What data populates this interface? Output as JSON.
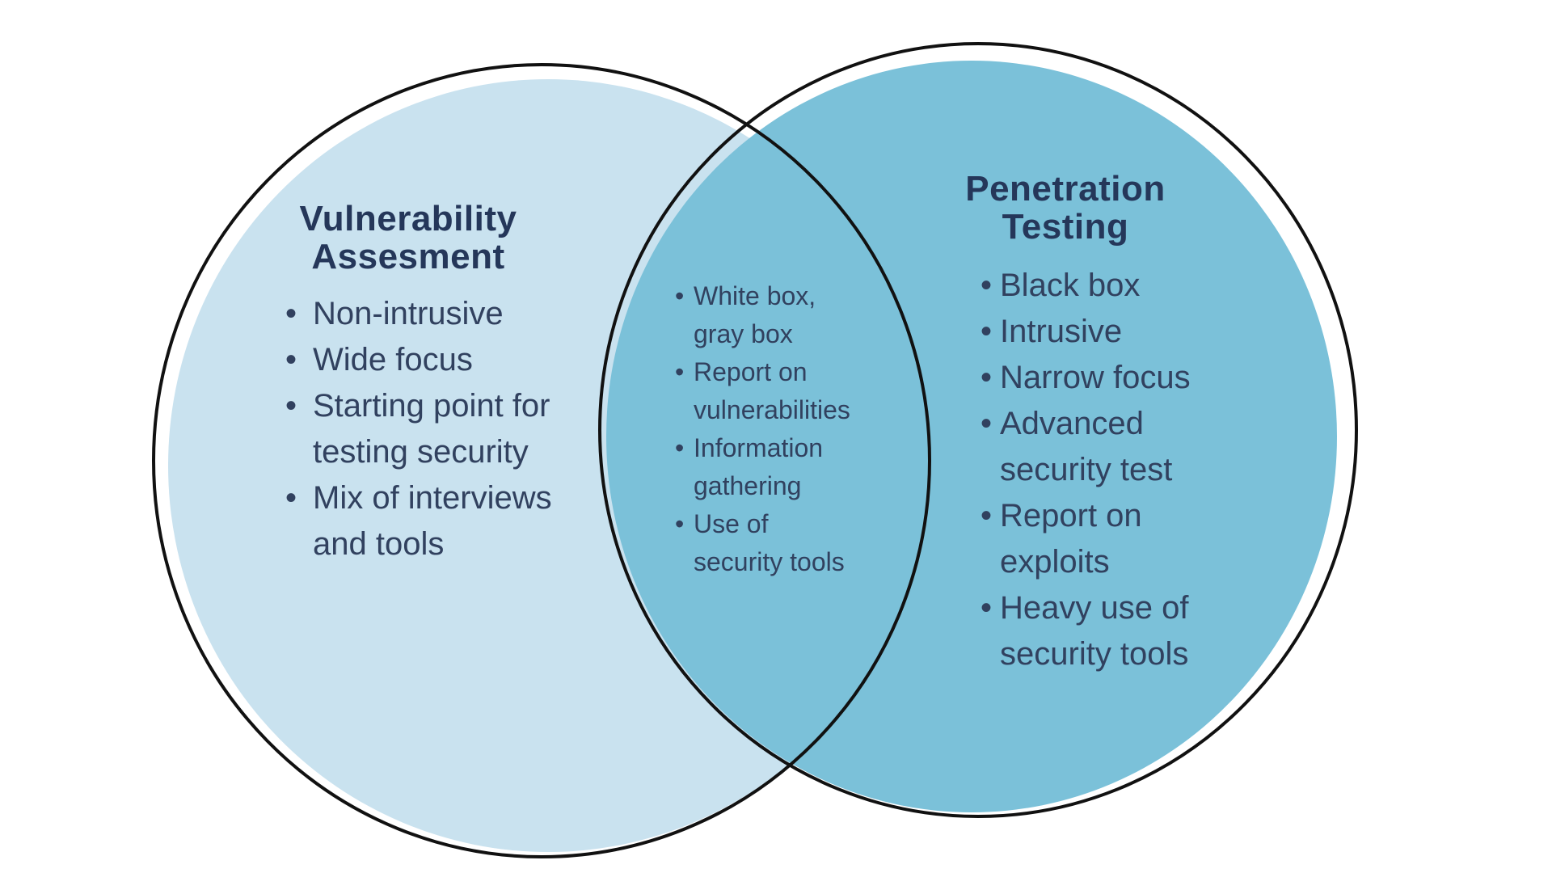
{
  "diagram": {
    "type": "venn",
    "background_color": "#ffffff",
    "outline_color": "#111111",
    "text_color": "#31415f",
    "title_color": "#25375a",
    "left_circle": {
      "title": "Vulnerability\nAssesment",
      "fill": "#c9e2ef",
      "items": [
        "Non-intrusive",
        "Wide focus",
        "Starting point for\ntesting security",
        "Mix of interviews\nand tools"
      ]
    },
    "overlap": {
      "items": [
        "White box,\ngray box",
        "Report on\nvulnerabilities",
        "Information\ngathering",
        "Use of\nsecurity tools"
      ]
    },
    "right_circle": {
      "title": "Penetration\nTesting",
      "fill": "#7bc1d9",
      "items": [
        "Black box",
        "Intrusive",
        "Narrow focus",
        "Advanced\nsecurity test",
        "Report on\nexploits",
        "Heavy use of\nsecurity tools"
      ]
    }
  }
}
